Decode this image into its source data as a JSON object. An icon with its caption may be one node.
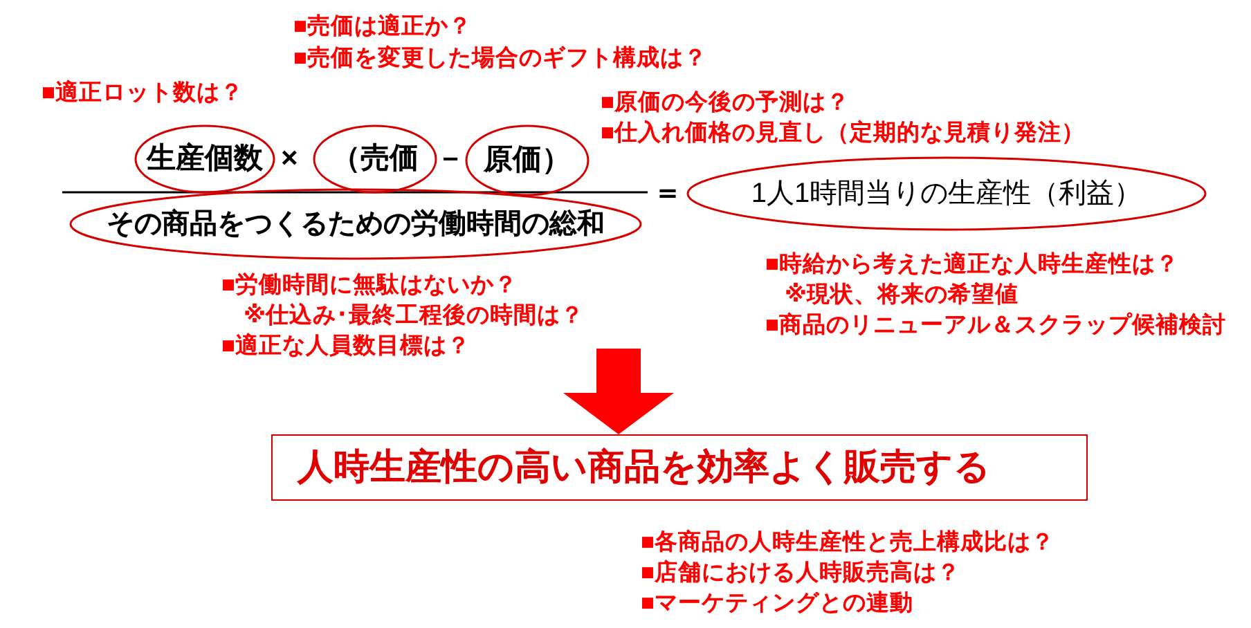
{
  "diagram": {
    "nodes": [
      {
        "text": [
          "生産個数"
        ]
      },
      {
        "text": [
          "（売価"
        ]
      },
      {
        "text": [
          "原価）"
        ]
      },
      {
        "text": [
          "その商品をつくるための労働時間の総和"
        ]
      },
      {
        "text": [
          "1人1時間当りの生産性（利益）"
        ]
      },
      {
        "text": [
          "人時生産性の高い商品を効率よく販売する"
        ]
      }
    ],
    "edges": [
      {
        "from": null,
        "to": 5,
        "arrow": "to"
      }
    ],
    "labels": [
      "■売価は適正か？",
      "■売価を変更した場合のギフト構成は？",
      "■適正ロット数は？",
      "■原価の今後の予測は？",
      "■仕入れ価格の見直し（定期的な見積り発注）",
      "×",
      "－",
      "＝",
      "■労働時間に無駄はないか？",
      "※仕込み･最終工程後の時間は？",
      "■適正な人員数目標は？",
      "■時給から考えた適正な人時生産性は？",
      "※現状、将来の希望値",
      "■商品のリニューアル＆スクラップ候補検討",
      "■各商品の人時生産性と売上構成比は？",
      "■店舗における人時販売高は？",
      "■マーケティングとの連動"
    ]
  }
}
